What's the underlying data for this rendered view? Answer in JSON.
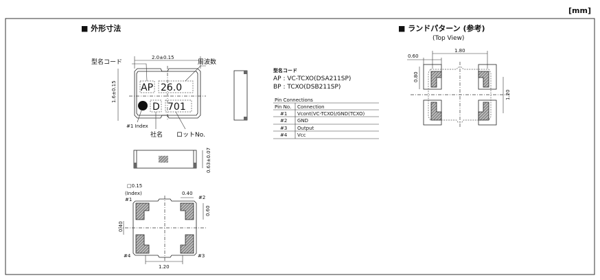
{
  "unit_label": "[mm]",
  "outline": {
    "heading": "■ 外形寸法",
    "model_code": "型名コード",
    "frequency": "周波数",
    "width_dim": "2.0±0.15",
    "height_dim": "1.6±0.15",
    "marking_model": "AP",
    "marking_freq": "26.0",
    "marking_maker": "D",
    "marking_lot": "701",
    "index_label": "#1 Index",
    "maker_label": "社名",
    "lot_label": "ロットNo.",
    "thickness_dim": "0.63±0.07",
    "bottom": {
      "index_size": "□0.15",
      "index_label": "(Index)",
      "p1": "#1",
      "p2": "#2",
      "p3": "#3",
      "p4": "#4",
      "pad_w": "0.40",
      "pad_h": "0.60",
      "pad_gap": "0.40",
      "pitch": "1.20"
    }
  },
  "legend": {
    "title": "型名コード",
    "ap": "AP : VC-TCXO(DSA211SP)",
    "bp": "BP : TCXO(DSB211SP)"
  },
  "pins": {
    "title": "Pin Connections",
    "headers": [
      "Pin No.",
      "Connection"
    ],
    "rows": [
      [
        "#1",
        "Vcont(VC-TCXO)/GND(TCXO)"
      ],
      [
        "#2",
        "GND"
      ],
      [
        "#3",
        "Output"
      ],
      [
        "#4",
        "Vcc"
      ]
    ]
  },
  "land": {
    "heading": "■ ランドパターン (参考)",
    "view": "(Top View)",
    "pitch_x": "1.80",
    "pad_w": "0.60",
    "pad_h": "0.80",
    "pitch_y": "1.20"
  }
}
